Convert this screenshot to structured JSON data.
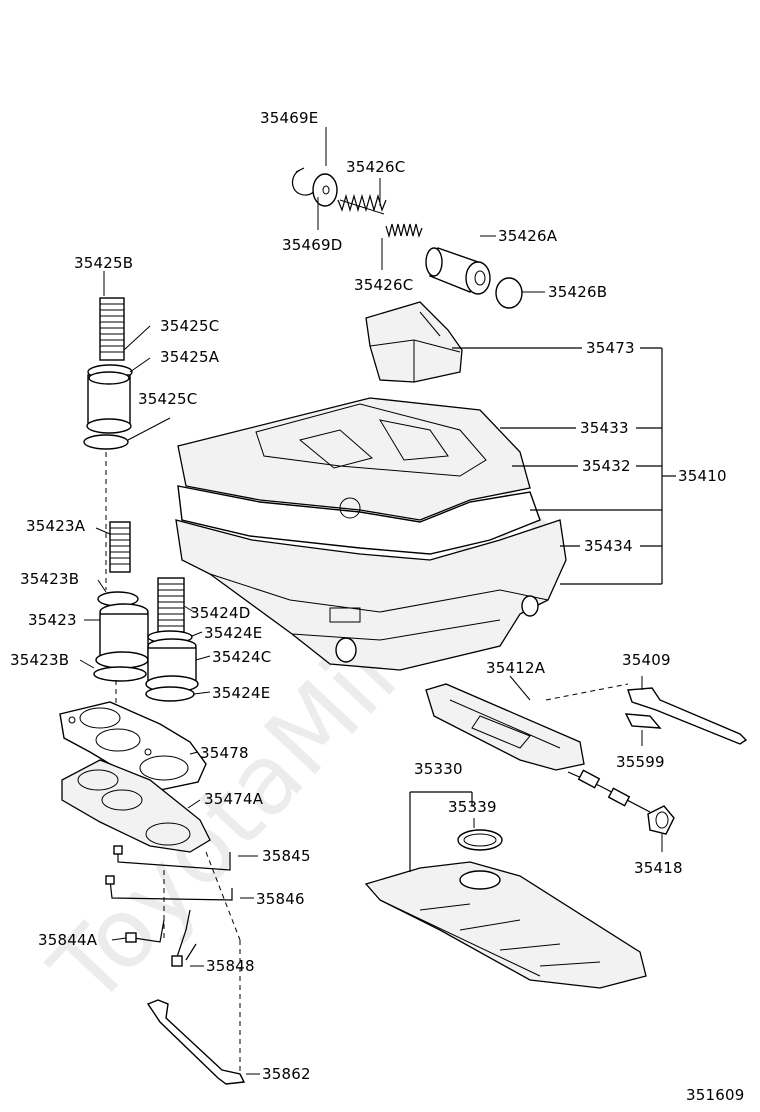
{
  "watermark": "ToyotaMine.ru",
  "diagram_code": "351609",
  "labels": {
    "p35469E": "35469E",
    "p35426C_top": "35426C",
    "p35469D": "35469D",
    "p35426A": "35426A",
    "p35426C_bottom": "35426C",
    "p35426B": "35426B",
    "p35425B": "35425B",
    "p35425C_upper": "35425C",
    "p35425A": "35425A",
    "p35425C_lower": "35425C",
    "p35473": "35473",
    "p35433": "35433",
    "p35432": "35432",
    "p35410": "35410",
    "p35434": "35434",
    "p35423A": "35423A",
    "p35423B_upper": "35423B",
    "p35423": "35423",
    "p35424D": "35424D",
    "p35424E_upper": "35424E",
    "p35423B_lower": "35423B",
    "p35424C": "35424C",
    "p35424E_lower": "35424E",
    "p35412A": "35412A",
    "p35409": "35409",
    "p35478": "35478",
    "p35599": "35599",
    "p35330": "35330",
    "p35474A": "35474A",
    "p35339": "35339",
    "p35845": "35845",
    "p35418": "35418",
    "p35846": "35846",
    "p35844A": "35844A",
    "p35848": "35848",
    "p35862": "35862"
  }
}
